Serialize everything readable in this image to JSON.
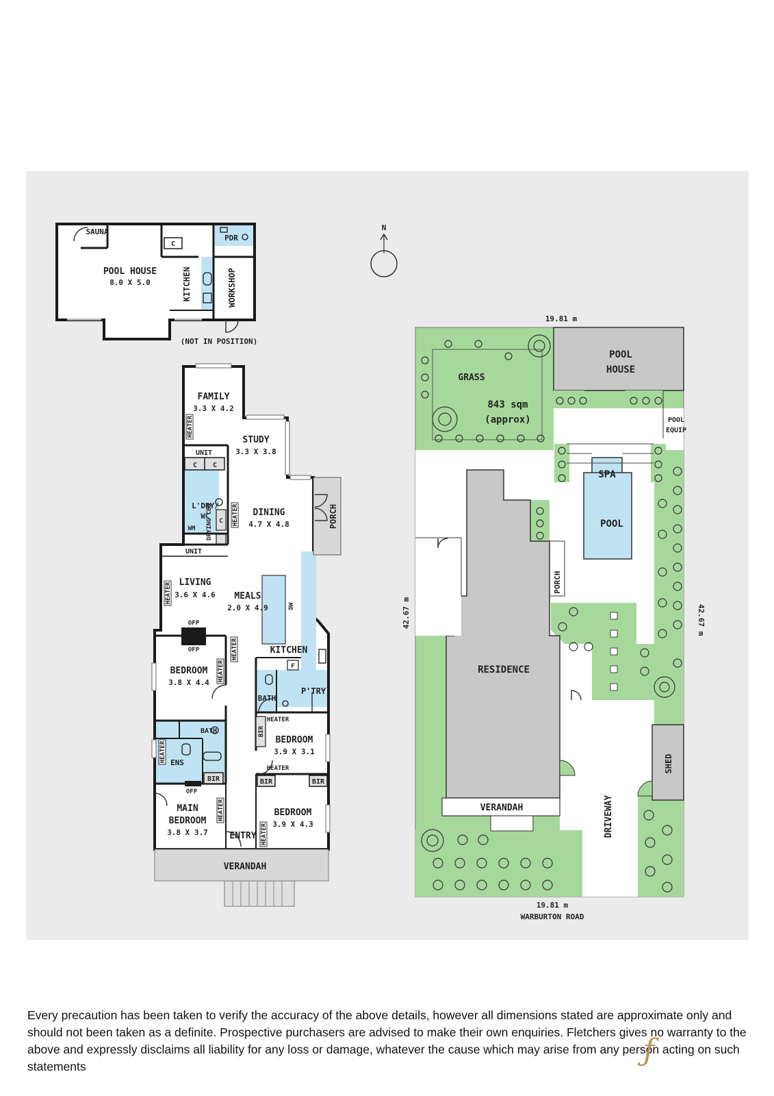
{
  "floorplan": {
    "pool_house": {
      "title": "POOL HOUSE",
      "size": "8.0 X 5.0",
      "sauna": "SAUNA",
      "kitchen": "KITCHEN",
      "pdr": "PDR",
      "workshop": "WORKSHOP",
      "cupboard": "C",
      "note": "(NOT IN POSITION)"
    },
    "compass": "N",
    "rooms": {
      "family": {
        "name": "FAMILY",
        "size": "3.3 X 4.2"
      },
      "study": {
        "name": "STUDY",
        "size": "3.3 X 3.8"
      },
      "dining": {
        "name": "DINING",
        "size": "4.7 X 4.8"
      },
      "living": {
        "name": "LIVING",
        "size": "3.6 X 4.6"
      },
      "meals": {
        "name": "MEALS",
        "size": "2.0 X 4.9"
      },
      "kitchen": {
        "name": "KITCHEN"
      },
      "bedroom1": {
        "name": "BEDROOM",
        "size": "3.8 X 4.4"
      },
      "bedroom2": {
        "name": "BEDROOM",
        "size": "3.9 X 3.1"
      },
      "bedroom3": {
        "name": "BEDROOM",
        "size": "3.9 X 4.3"
      },
      "main_bedroom": {
        "name_line1": "MAIN",
        "name_line2": "BEDROOM",
        "size": "3.8 X 3.7"
      },
      "laundry": {
        "line1": "L'DRY/",
        "line2": "WC"
      },
      "pantry": "P'TRY",
      "bath1": "BATH",
      "bath2": "BATH",
      "ens": "ENS",
      "entry": "ENTRY",
      "porch": "PORCH",
      "verandah": "VERANDAH",
      "unit1": "UNIT",
      "unit2": "UNIT",
      "bir": "BIR",
      "heater": "HEATER",
      "ofp": "OFP",
      "dw": "DW",
      "fridge": "F",
      "cupboard": "C",
      "drying": "DRYING CBD",
      "wm": "WM"
    }
  },
  "siteplan": {
    "top_width": "19.81 m",
    "bottom_width": "19.81 m",
    "left_depth": "42.67 m",
    "right_depth": "42.67 m",
    "road": "WARBURTON ROAD",
    "grass": "GRASS",
    "area_line1": "843 sqm",
    "area_line2": "(approx)",
    "pool_house_line1": "POOL",
    "pool_house_line2": "HOUSE",
    "pool_equip_line1": "POOL",
    "pool_equip_line2": "EQUIP",
    "spa": "SPA",
    "pool": "POOL",
    "porch": "PORCH",
    "residence": "RESIDENCE",
    "verandah": "VERANDAH",
    "driveway": "DRIVEWAY",
    "shed": "SHED"
  },
  "disclaimer": "Every precaution has been taken to verify the accuracy of the above details, however all dimensions stated are approximate only and should not been taken as a definite. Prospective purchasers are advised to make their own enquiries. Fletchers gives no warranty to the above and expressly disclaims all liability for any loss or damage, whatever the cause which may arise from any person acting on such statements",
  "colors": {
    "panel": "#ebebeb",
    "grass": "#a6d89b",
    "wet": "#bfe3f3",
    "residence": "#c8c8c8",
    "verandah": "#d8d8d8",
    "logo": "#b8955a"
  }
}
